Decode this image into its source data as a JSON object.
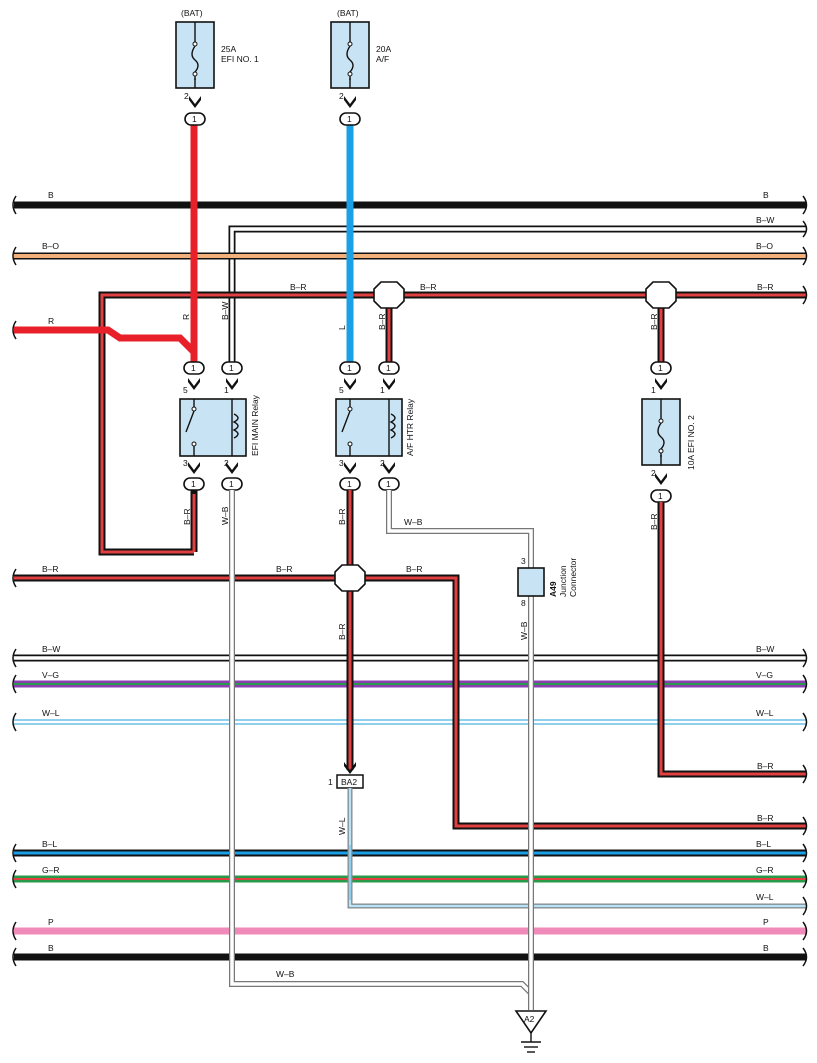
{
  "colors": {
    "black": "#111111",
    "red": "#e8202a",
    "blue": "#1aa0e6",
    "orange": "#f2b07a",
    "pink": "#f08ab8",
    "component_fill": "#c8e4f4",
    "violet": "#8a3fb0",
    "green": "#2a9a4a",
    "light_blue": "#8fd0ee",
    "stripe_red": "#e04040"
  },
  "fuses": [
    {
      "source": "(BAT)",
      "rating": "25A",
      "name": "EFI NO. 1",
      "pin": "2"
    },
    {
      "source": "(BAT)",
      "rating": "20A",
      "name": "A/F",
      "pin": "2"
    },
    {
      "rating_name": "10A EFI NO. 2",
      "pin_top": "1",
      "pin_bottom": "2"
    }
  ],
  "relays": [
    {
      "name": "EFI MAIN Relay",
      "pins": [
        "5",
        "1",
        "3",
        "2"
      ]
    },
    {
      "name": "A/F HTR Relay",
      "pins": [
        "5",
        "1",
        "3",
        "2"
      ]
    }
  ],
  "connector_pin": "1",
  "junction": {
    "id": "A49",
    "line1": "Junction",
    "line2": "Connector",
    "pin_top": "3",
    "pin_bottom": "8"
  },
  "connector_ba2": {
    "label": "BA2",
    "pin": "1"
  },
  "ground": {
    "label": "A2"
  },
  "wires": {
    "top_b": "B",
    "b_w": "B–W",
    "b_o": "B–O",
    "b_r": "B–R",
    "r": "R",
    "l": "L",
    "w_b": "W–B",
    "v_g": "V–G",
    "w_l": "W–L",
    "b_l": "B–L",
    "g_r": "G–R",
    "p": "P",
    "bottom_b": "B"
  }
}
